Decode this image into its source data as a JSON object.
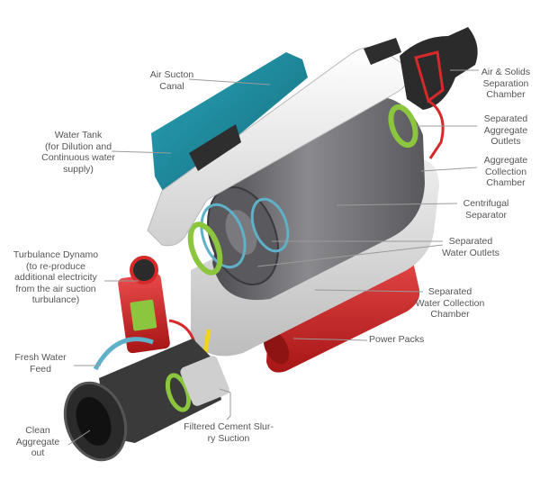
{
  "labels": {
    "air_suction_canal": "Air Sucton\nCanal",
    "water_tank": "Water Tank\n(for Dilution and\nContinuous water\nsupply)",
    "turbulance_dynamo": "Turbulance Dynamo\n(to re-produce\nadditional electricity\nfrom the air suction\nturbulance)",
    "fresh_water_feed": "Fresh Water\nFeed",
    "clean_aggregate_out": "Clean\nAggregate\nout",
    "filtered_cement_slurry_suction": "Filtered Cement Slur-\nry Suction",
    "air_solids_separation_chamber": "Air & Solids\nSeparation\nChamber",
    "separated_aggregate_outlets": "Separated\nAggregate\nOutlets",
    "aggregate_collection_chamber": "Aggregate\nCollection\nChamber",
    "centrifugal_separator": "Centrifugal\nSeparator",
    "separated_water_outlets": "Separated\nWater Outlets",
    "separated_water_collection_chamber": "Separated\nWater Collection\nChamber",
    "power_packs": "Power Packs"
  },
  "colors": {
    "label_text": "#555555",
    "leader_line": "#9a9a9a",
    "canal_white": "#ececec",
    "tank_teal": "#1d8fa3",
    "drum_grey": "#6f6f72",
    "body_grey": "#d9d9d9",
    "accent_red": "#d62a2a",
    "accent_green": "#8cc63f",
    "accent_yellow": "#f2d31b",
    "hose_black": "#2b2b2b",
    "water_blue": "#5fb0c9"
  }
}
